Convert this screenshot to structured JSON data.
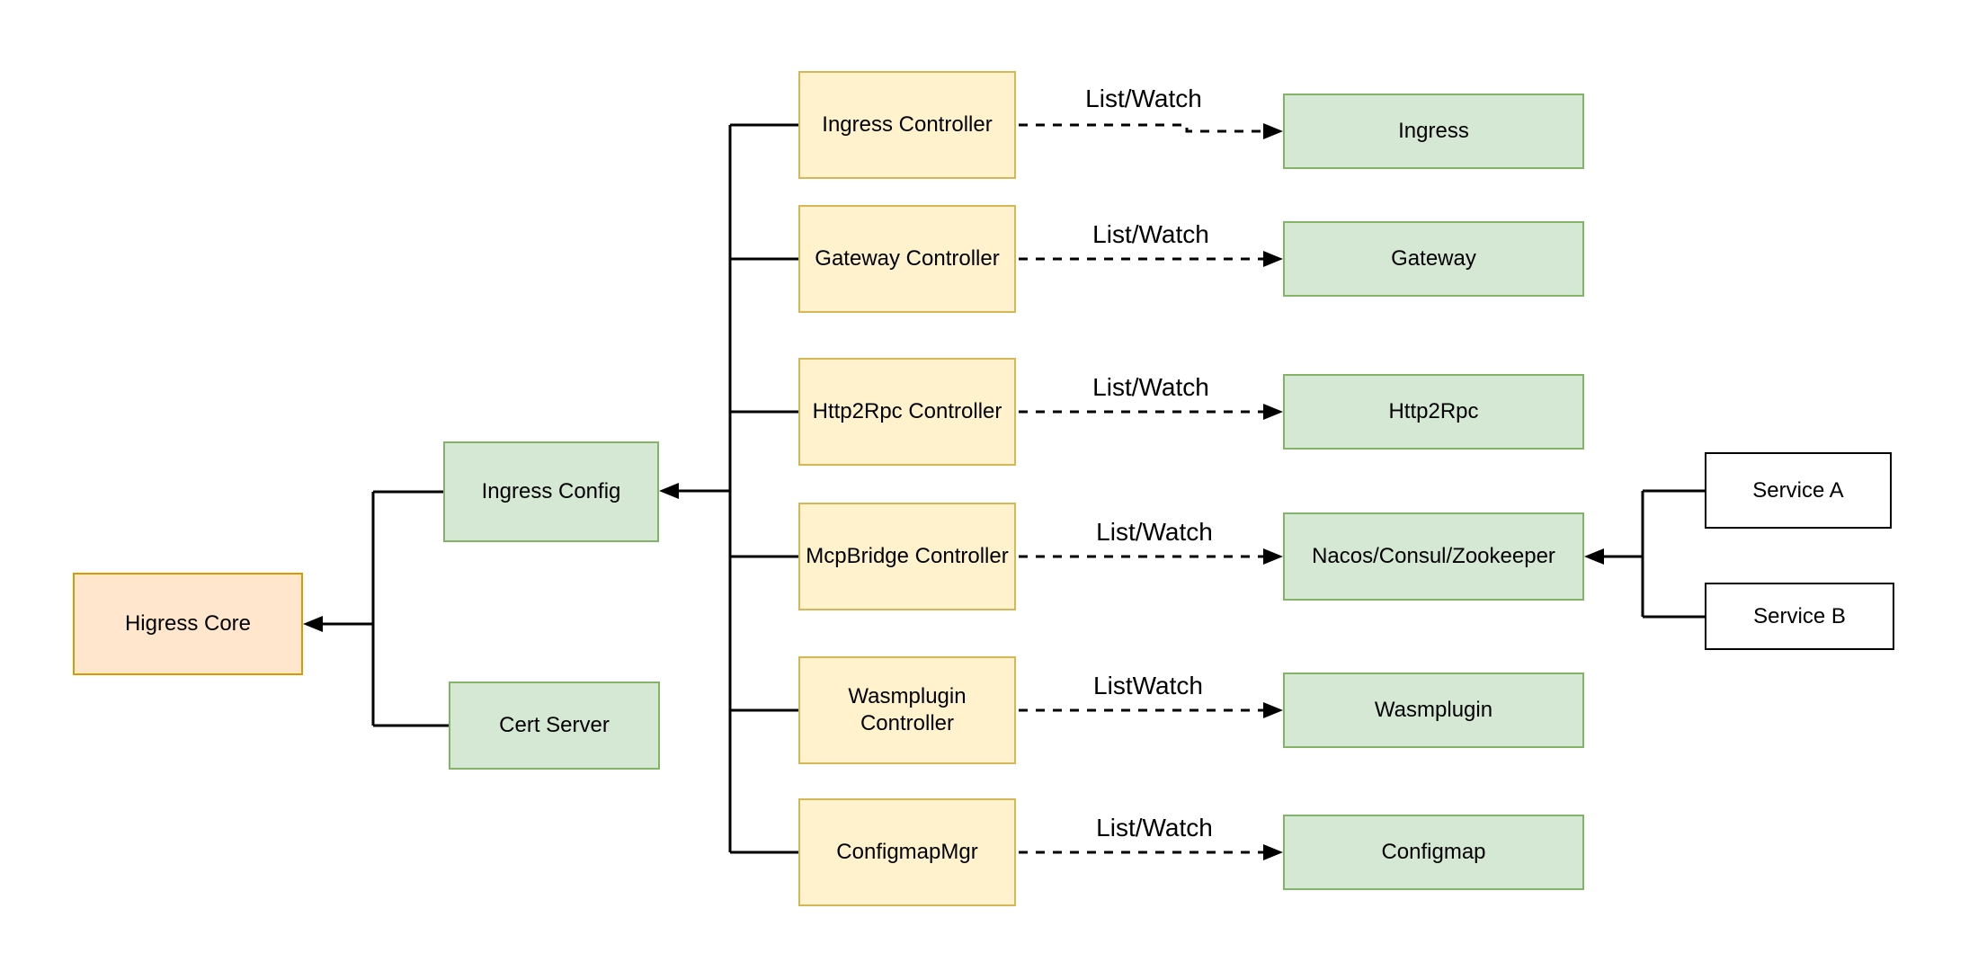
{
  "diagram": {
    "description": "Higress architecture diagram",
    "background": "#FFFFFF",
    "colors": {
      "core_fill": "#FFE6CC",
      "core_border": "#D79B00",
      "controller_fill": "#FFF2CC",
      "controller_border": "#D6B656",
      "resource_fill": "#D5E8D4",
      "resource_border": "#82B366",
      "service_fill": "#FFFFFF",
      "service_border": "#000000",
      "line": "#000000",
      "text": "#000000"
    },
    "nodes": {
      "higress_core": "Higress Core",
      "ingress_config": "Ingress Config",
      "cert_server": "Cert Server",
      "ingress_controller": "Ingress Controller",
      "gateway_controller": "Gateway Controller",
      "http2rpc_controller": "Http2Rpc Controller",
      "mcpbridge_controller": "McpBridge Controller",
      "wasmplugin_controller": "Wasmplugin Controller",
      "configmap_mgr": "ConfigmapMgr",
      "ingress": "Ingress",
      "gateway": "Gateway",
      "http2rpc": "Http2Rpc",
      "nacos_consul_zookeeper": "Nacos/Consul/Zookeeper",
      "wasmplugin": "Wasmplugin",
      "configmap": "Configmap",
      "service_a": "Service A",
      "service_b": "Service B"
    },
    "edge_labels": {
      "row1": "List/Watch",
      "row2": "List/Watch",
      "row3": "List/Watch",
      "row4": "List/Watch",
      "row5": "ListWatch",
      "row6": "List/Watch"
    }
  }
}
